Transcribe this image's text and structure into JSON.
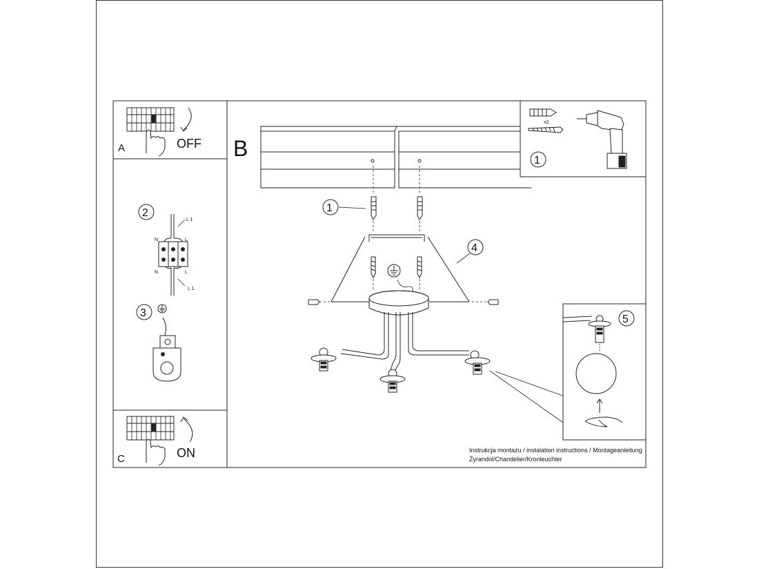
{
  "panels": {
    "a": {
      "letter": "A",
      "state": "OFF"
    },
    "b": {
      "letter": "B"
    },
    "c": {
      "letter": "C",
      "state": "ON"
    }
  },
  "steps": {
    "s1": "1",
    "s2": "2",
    "s3": "3",
    "s4": "4",
    "s5": "5"
  },
  "tools": {
    "anchor_count": "x2"
  },
  "wiring": {
    "l1_top": "L 1",
    "l1_bottom": "L 1",
    "n_left_top": "N",
    "l_right_top": "L",
    "n_left_bottom": "N",
    "l_right_bottom": "L"
  },
  "caption": {
    "line1": "Instrukcja montażu / instalation instructions / Montageanleitung",
    "line2": "Żyrandol/Chandelier/Kronleuchter"
  }
}
